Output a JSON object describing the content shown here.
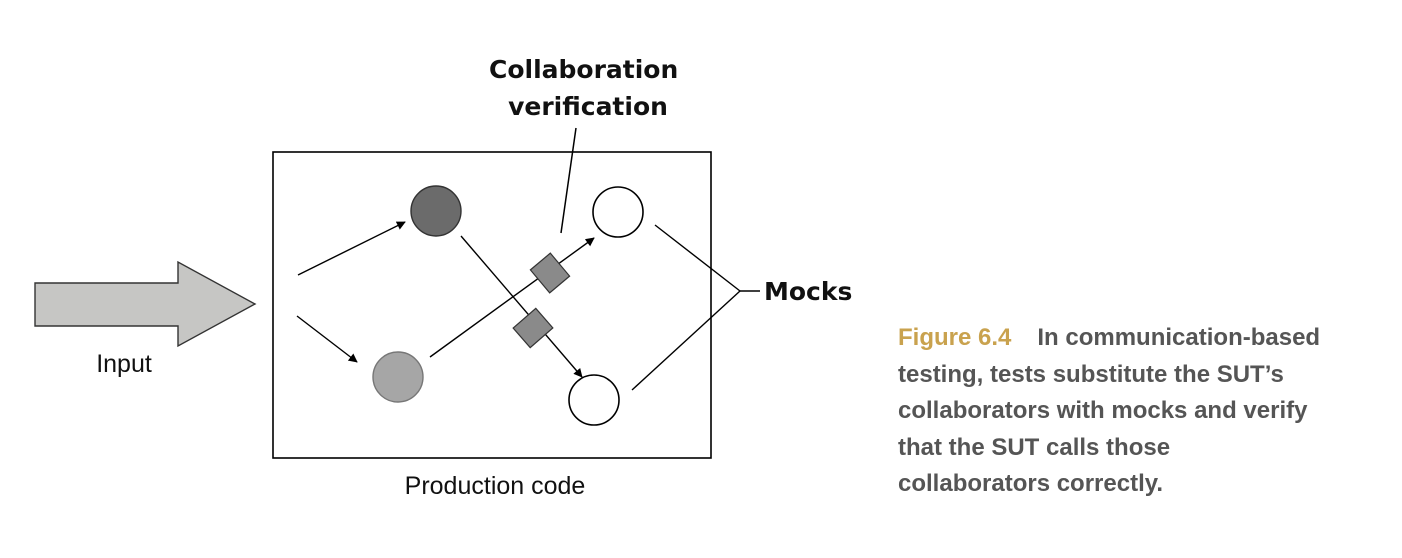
{
  "labels": {
    "collaboration_line1": "Collaboration",
    "collaboration_line2": "verification",
    "mocks": "Mocks",
    "input": "Input",
    "production_code": "Production code"
  },
  "caption": {
    "figure_label": "Figure 6.4",
    "text_line1": "In communication-based",
    "text_line2": "testing, tests substitute the SUT’s",
    "text_line3": "collaborators with mocks and verify",
    "text_line4": "that the SUT calls those",
    "text_line5": "collaborators correctly."
  },
  "colors": {
    "figure_label": "#c9a24e",
    "caption_text": "#555555",
    "dark_node": "#6b6b6b",
    "mid_node": "#a6a6a6",
    "arrow_fill": "#c6c6c4",
    "verification_block": "#8a8a8a"
  }
}
